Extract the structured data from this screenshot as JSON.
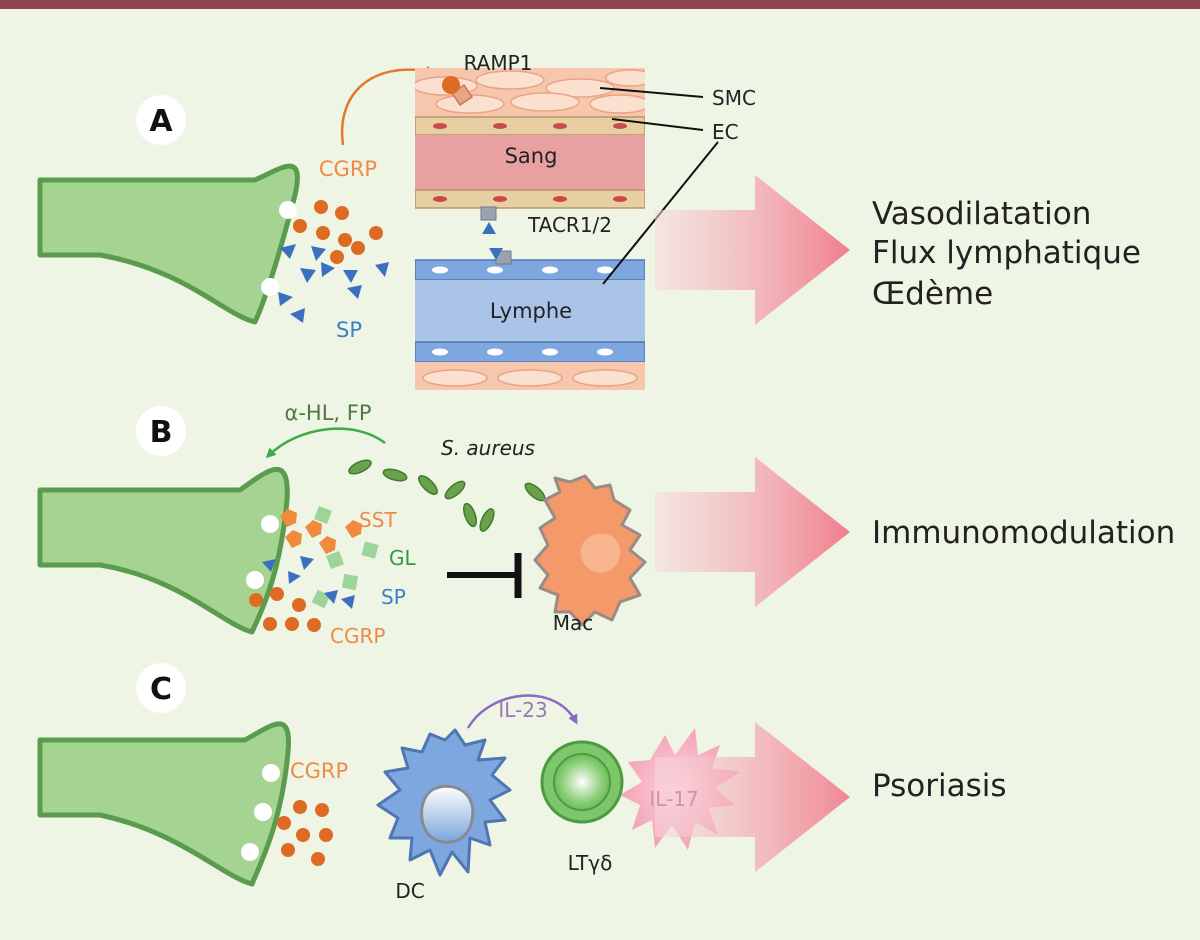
{
  "panels": [
    {
      "letter": "A",
      "mediators": {
        "cgrp": "CGRP",
        "sp": "SP"
      },
      "receptors": {
        "ramp1": "RAMP1",
        "tacr": "TACR1/2"
      },
      "cells": {
        "smc": "SMC",
        "ec": "EC"
      },
      "vessels": {
        "blood": "Sang",
        "lymph": "Lymphe"
      },
      "outcomes": [
        "Vasodilatation",
        "Flux lymphatique",
        "Œdème"
      ]
    },
    {
      "letter": "B",
      "toxins": "α-HL, FP",
      "bacteria": "S. aureus",
      "mediators": {
        "sst": "SST",
        "gl": "GL",
        "sp": "SP",
        "cgrp": "CGRP"
      },
      "cell": "Mac",
      "outcomes": [
        "Immunomodulation"
      ]
    },
    {
      "letter": "C",
      "mediators": {
        "cgrp": "CGRP",
        "il23": "IL-23",
        "il17": "IL-17"
      },
      "cells": {
        "dc": "DC",
        "lt": "LTγδ"
      },
      "outcomes": [
        "Psoriasis"
      ]
    }
  ],
  "colors": {
    "frame": "#8e4552",
    "background": "#eef5e4",
    "neuron": "#a5d492",
    "neuron_outline": "#5b9b4d",
    "cgrp": "#dd6b23",
    "sp": "#3d6fc0",
    "gl": "#9ed39a",
    "sst": "#f08a3c",
    "blood_vessel": "#e9a0a0",
    "lymph_vessel": "#a9c4e6",
    "macrophage": "#f49a6a",
    "dendritic_cell": "#7ea7df",
    "t_cell": "#7dc66a",
    "il17": "#f6b5c6",
    "outcome_arrow": "#f28a96",
    "bacteria": "#6aa14c"
  }
}
